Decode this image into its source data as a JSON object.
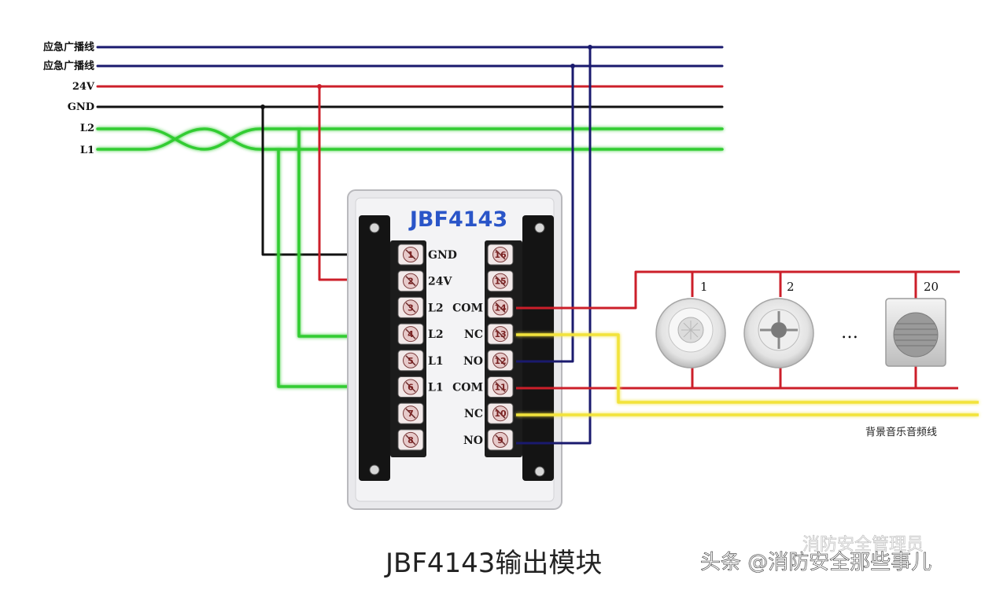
{
  "bus": {
    "lines": [
      {
        "label": "应急广播线",
        "color": "#1a1a6e"
      },
      {
        "label": "应急广播线",
        "color": "#1a1a6e"
      },
      {
        "label": "24V",
        "color": "#cc1f2a"
      },
      {
        "label": "GND",
        "color": "#111111"
      },
      {
        "label": "L2",
        "color": "#33cc33"
      },
      {
        "label": "L1",
        "color": "#33cc33"
      }
    ]
  },
  "module": {
    "model": "JBF4143",
    "left_terminals": [
      {
        "num": "1",
        "label": "GND"
      },
      {
        "num": "2",
        "label": "24V"
      },
      {
        "num": "3",
        "label": "L2"
      },
      {
        "num": "4",
        "label": "L2"
      },
      {
        "num": "5",
        "label": "L1"
      },
      {
        "num": "6",
        "label": "L1"
      },
      {
        "num": "7",
        "label": ""
      },
      {
        "num": "8",
        "label": ""
      }
    ],
    "right_terminals": [
      {
        "num": "16",
        "label": ""
      },
      {
        "num": "15",
        "label": ""
      },
      {
        "num": "14",
        "label": "COM"
      },
      {
        "num": "13",
        "label": "NC"
      },
      {
        "num": "12",
        "label": "NO"
      },
      {
        "num": "11",
        "label": "COM"
      },
      {
        "num": "10",
        "label": "NC"
      },
      {
        "num": "9",
        "label": "NO"
      }
    ]
  },
  "devices": {
    "labels": [
      "1",
      "2",
      "20"
    ],
    "ellipsis": "…"
  },
  "bg_music_label": "背景音乐音频线",
  "caption": "JBF4143输出模块",
  "watermark": "头条 @消防安全那些事儿",
  "watermark2": "消防安全管理员",
  "colors": {
    "red": "#cc1f2a",
    "navy": "#1a1a6e",
    "black": "#111111",
    "green": "#33cc33",
    "yellow": "#f2e33a"
  }
}
